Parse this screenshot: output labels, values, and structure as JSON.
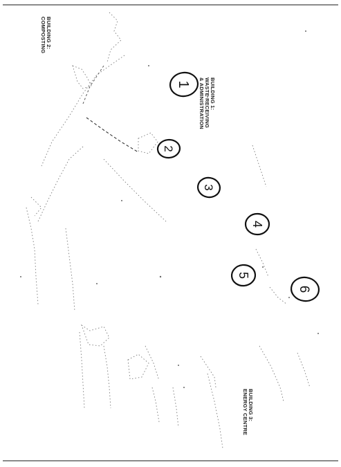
{
  "labels": {
    "building_1": [
      "BUILDING 1:",
      "WASTE RECEIVING",
      "& ADMINISTRATION"
    ],
    "building_2": [
      "BUILDING 2:",
      "COMPOSTING"
    ],
    "building_3": [
      "BUILDING 3:",
      "ENERGY CENTRE"
    ]
  },
  "circled_numbers": [
    "1",
    "2",
    "3",
    "4",
    "5",
    "6"
  ],
  "colors": {
    "ink": "#222222",
    "border": "#444444",
    "faint": "#888888",
    "paper": "#ffffff"
  }
}
